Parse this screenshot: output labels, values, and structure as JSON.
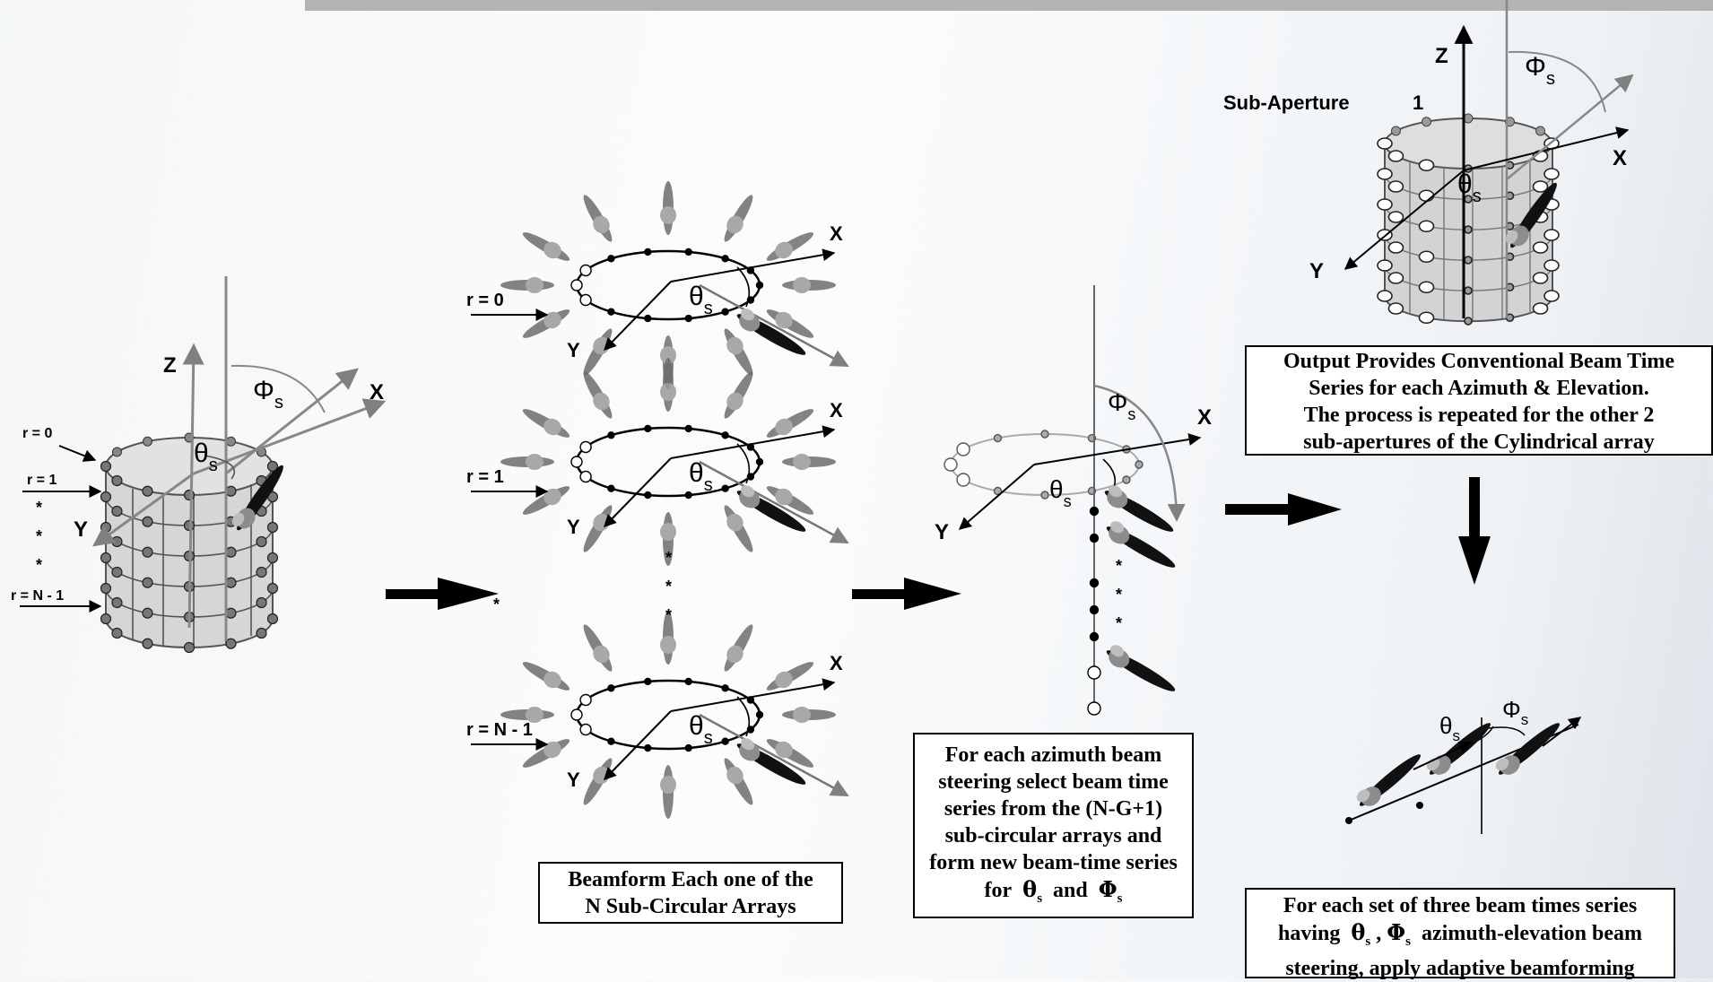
{
  "labels": {
    "stage1": {
      "z": "Z",
      "x": "X",
      "y": "Y",
      "r0": "r = 0",
      "r1": "r = 1",
      "rn": "r = N - 1",
      "dot": "*"
    },
    "stage2": {
      "x": "X",
      "y": "Y",
      "rings": [
        "r = 0",
        "r = 1",
        "r = N - 1"
      ],
      "dot": "*"
    },
    "stage3": {
      "x": "X",
      "y": "Y",
      "dot": "*"
    },
    "stage4": {
      "z": "Z",
      "x": "X",
      "y": "Y",
      "sub_aperture": "Sub-Aperture",
      "sub_aperture_num": "1"
    },
    "symbols": {
      "theta": "θ",
      "phi": "Φ",
      "sub": "s"
    }
  },
  "boxes": {
    "beamform": [
      "Beamform Each one of the",
      "N Sub-Circular Arrays"
    ],
    "azimuth": [
      "For each azimuth beam",
      "steering select beam time",
      "series from  the (N-G+1)",
      "sub-circular arrays  and",
      "form new beam-time series"
    ],
    "azimuth_last": {
      "prefix": "for",
      "mid": "and"
    },
    "output": [
      "Output Provides Conventional Beam Time",
      "Series for each Azimuth & Elevation.",
      "The process is repeated for the other 2",
      "sub-apertures  of the Cylindrical array"
    ],
    "adaptive_line1": "For each set of three beam times series",
    "adaptive_line2": {
      "prefix": "having",
      "suffix": "azimuth-elevation beam"
    },
    "adaptive_line3": "steering, apply adaptive beamforming"
  },
  "colors": {
    "arrow": "#000000",
    "axis": "#000000",
    "gray_axis": "#808080",
    "cylinder": "#d9d9d9",
    "lobe": "#777777"
  }
}
